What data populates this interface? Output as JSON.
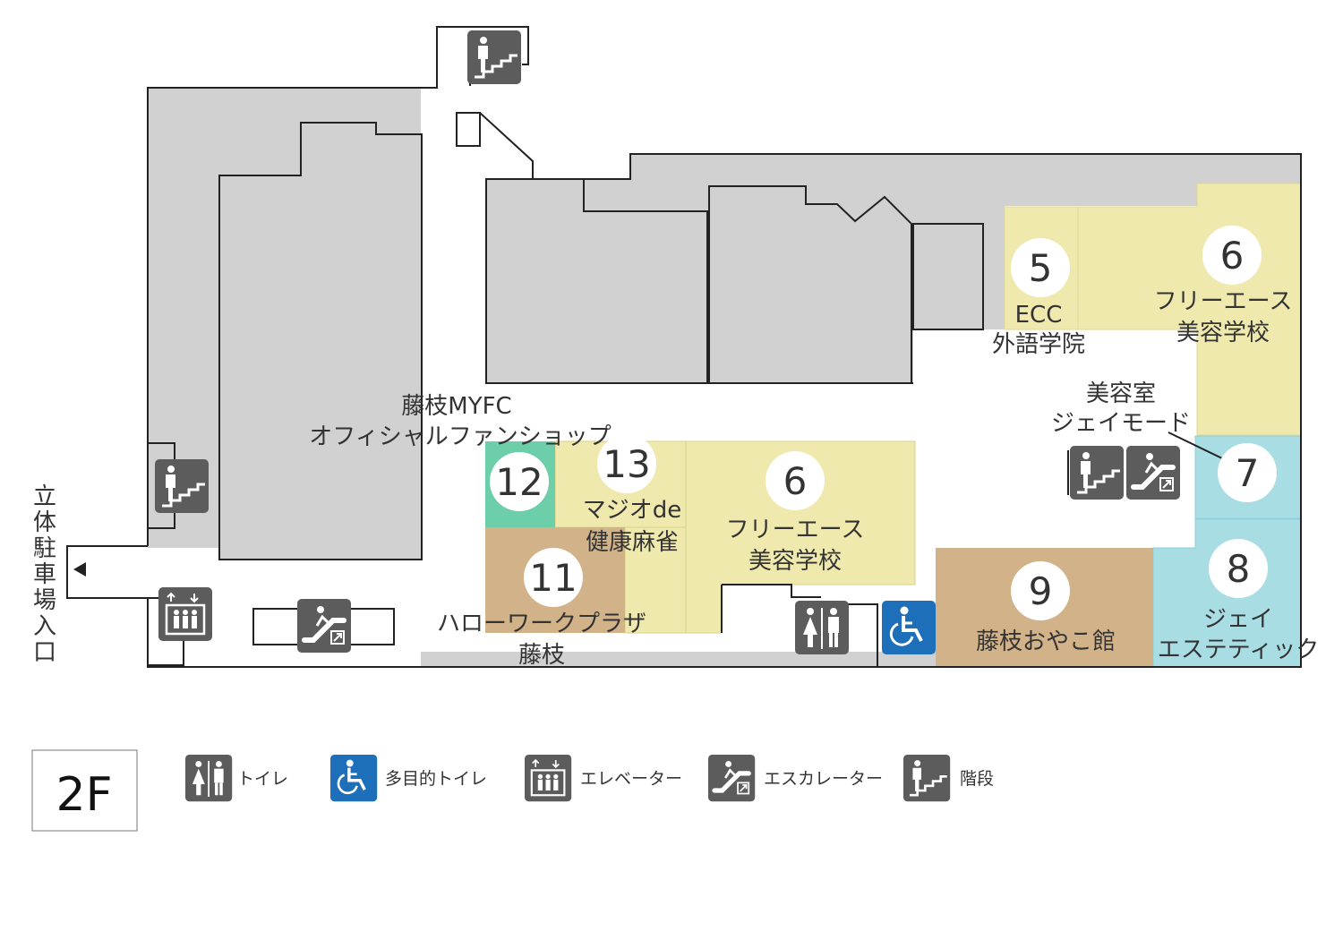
{
  "floor": "2F",
  "colors": {
    "common": "#d1d1d1",
    "yellow": "#efe9ae",
    "tan": "#d2b389",
    "blue": "#a8dde4",
    "green": "#6ccfa9",
    "icon_gray": "#5c5c5c",
    "icon_blue": "#1e6fba"
  },
  "parking": {
    "label": "立体駐車場入口",
    "arrow_icon": "triangle-left-icon"
  },
  "shops": [
    {
      "num": "5",
      "line1": "ECC",
      "line2": "外語学院",
      "color": "yellow"
    },
    {
      "num": "6",
      "line1": "フリーエース",
      "line2": "美容学校",
      "color": "yellow"
    },
    {
      "num": "7",
      "line1": "美容室",
      "line2": "ジェイモード",
      "color": "blue"
    },
    {
      "num": "8",
      "line1": "ジェイ",
      "line2": "エステティック",
      "color": "blue"
    },
    {
      "num": "9",
      "line1": "藤枝おやこ館",
      "line2": "",
      "color": "tan"
    },
    {
      "num": "6",
      "line1": "フリーエース",
      "line2": "美容学校",
      "color": "yellow"
    },
    {
      "num": "13",
      "line1": "マジオde",
      "line2": "健康麻雀",
      "color": "yellow"
    },
    {
      "num": "12",
      "line1": "藤枝MYFC",
      "line2": "オフィシャルファンショップ",
      "color": "green"
    },
    {
      "num": "11",
      "line1": "ハローワークプラザ",
      "line2": "藤枝",
      "color": "tan"
    }
  ],
  "legend": [
    {
      "icon": "restroom-icon",
      "label": "トイレ"
    },
    {
      "icon": "wheelchair-icon",
      "label": "多目的トイレ"
    },
    {
      "icon": "elevator-icon",
      "label": "エレベーター"
    },
    {
      "icon": "escalator-icon",
      "label": "エスカレーター"
    },
    {
      "icon": "stairs-icon",
      "label": "階段"
    }
  ]
}
